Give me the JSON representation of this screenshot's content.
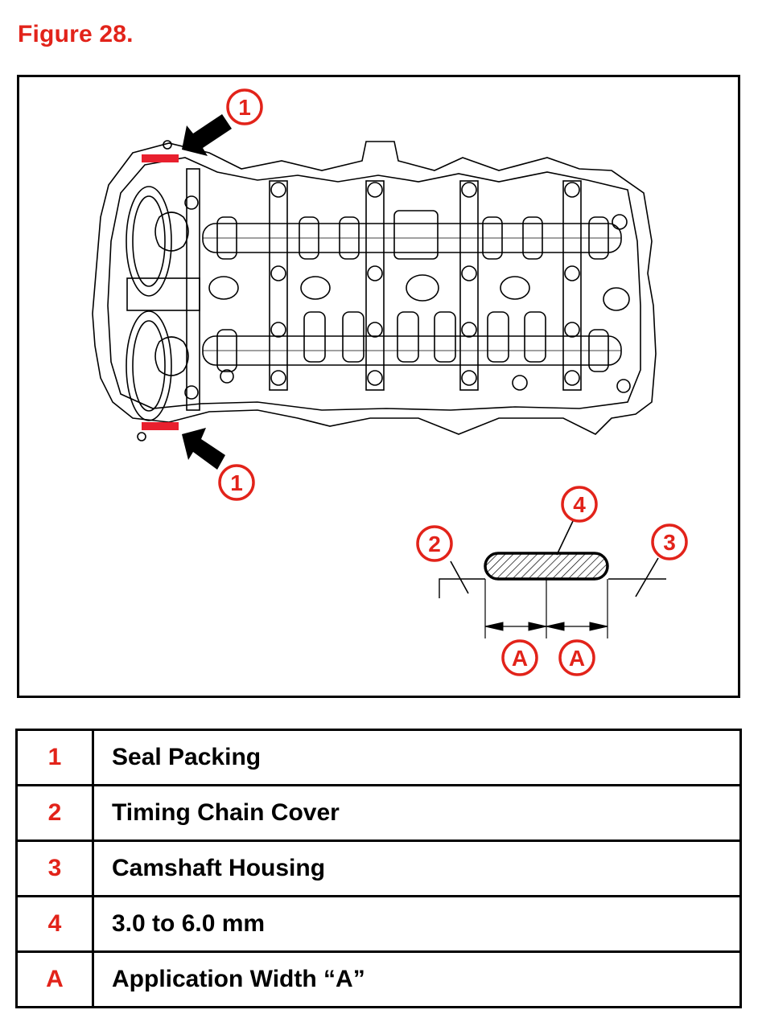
{
  "figure": {
    "title": "Figure 28."
  },
  "callouts": {
    "seal_top": "1",
    "seal_bottom": "1",
    "cover": "2",
    "housing": "3",
    "bead": "4",
    "width_left": "A",
    "width_right": "A"
  },
  "legend": [
    {
      "key": "1",
      "description": "Seal Packing"
    },
    {
      "key": "2",
      "description": "Timing Chain Cover"
    },
    {
      "key": "3",
      "description": "Camshaft Housing"
    },
    {
      "key": "4",
      "description": "3.0 to 6.0 mm"
    },
    {
      "key": "A",
      "description": "Application Width “A”"
    }
  ],
  "colors": {
    "callout": "#e2231a",
    "seal_mark": "#e8202e",
    "line": "#000000"
  }
}
